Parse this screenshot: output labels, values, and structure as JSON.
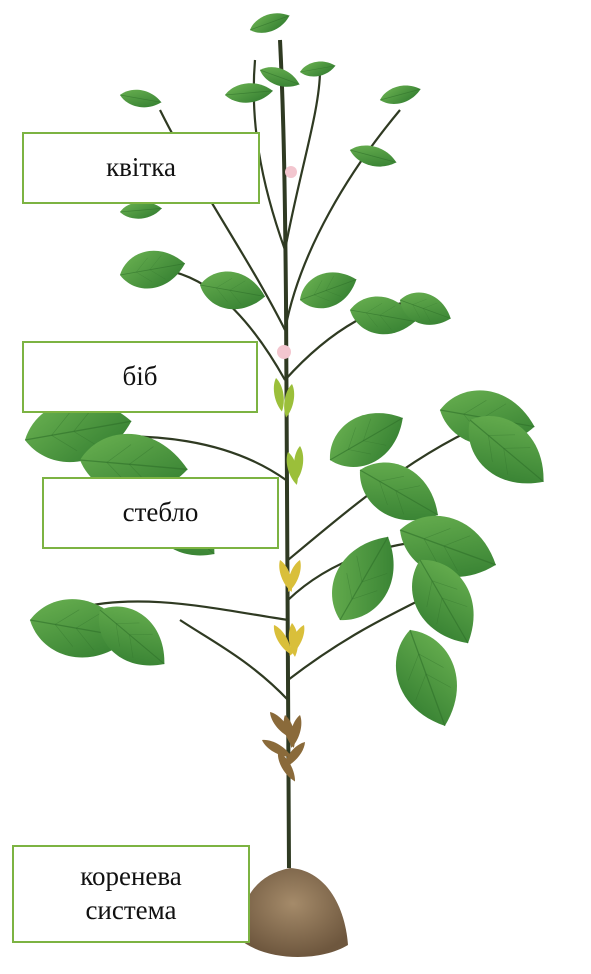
{
  "labels": {
    "flower": "квітка",
    "pod": "біб",
    "stem": "стебло",
    "root_line1": "коренева",
    "root_line2": "система"
  },
  "colors": {
    "label_border": "#7cb342",
    "leaf": "#4f9a3f",
    "leaf_dark": "#2f6f2a",
    "stem": "#2f3a22",
    "pod_green": "#9bbf3a",
    "pod_yellow": "#d9bf3a",
    "pod_brown": "#8a6a3a",
    "flower": "#f3c6cf",
    "soil": "#8b7355"
  }
}
